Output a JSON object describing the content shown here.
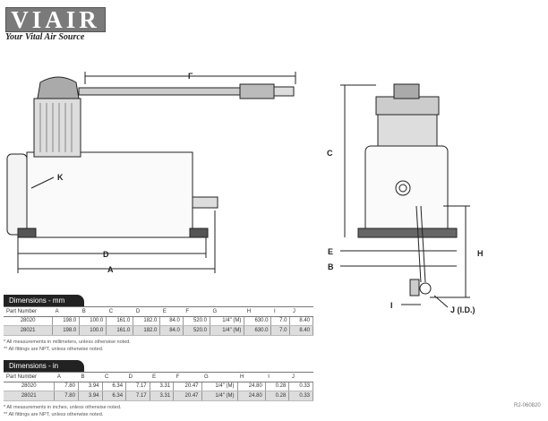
{
  "brand": {
    "logo": "VIAIR",
    "tagline": "Your Vital Air Source"
  },
  "dimension_labels": {
    "A": "A",
    "B": "B",
    "C": "C",
    "D": "D",
    "E": "E",
    "F": "F",
    "H": "H",
    "I": "I",
    "J": "J (I.D.)",
    "K": "K"
  },
  "headers": [
    "Part Number",
    "A",
    "B",
    "C",
    "D",
    "E",
    "F",
    "G",
    "H",
    "I",
    "J"
  ],
  "mm": {
    "title": "Dimensions - mm",
    "rows": [
      [
        "28020",
        "198.0",
        "100.0",
        "161.0",
        "182.0",
        "84.0",
        "520.0",
        "1/4\" (M)",
        "630.0",
        "7.0",
        "8.40"
      ],
      [
        "28021",
        "198.0",
        "100.0",
        "161.0",
        "182.0",
        "84.0",
        "520.0",
        "1/4\" (M)",
        "630.0",
        "7.0",
        "8.40"
      ]
    ],
    "notes": [
      "* All measurements in millimeters, unless otherwise noted.",
      "** All fittings are NPT, unless otherwise noted."
    ]
  },
  "in": {
    "title": "Dimensions - in",
    "rows": [
      [
        "28020",
        "7.80",
        "3.94",
        "6.34",
        "7.17",
        "3.31",
        "20.47",
        "1/4\" (M)",
        "24.80",
        "0.28",
        "0.33"
      ],
      [
        "28021",
        "7.80",
        "3.94",
        "6.34",
        "7.17",
        "3.31",
        "20.47",
        "1/4\" (M)",
        "24.80",
        "0.28",
        "0.33"
      ]
    ],
    "notes": [
      "* All measurements in inches, unless otherwise noted.",
      "** All fittings are NPT, unless otherwise noted."
    ]
  },
  "doc_code": "R2-060820"
}
